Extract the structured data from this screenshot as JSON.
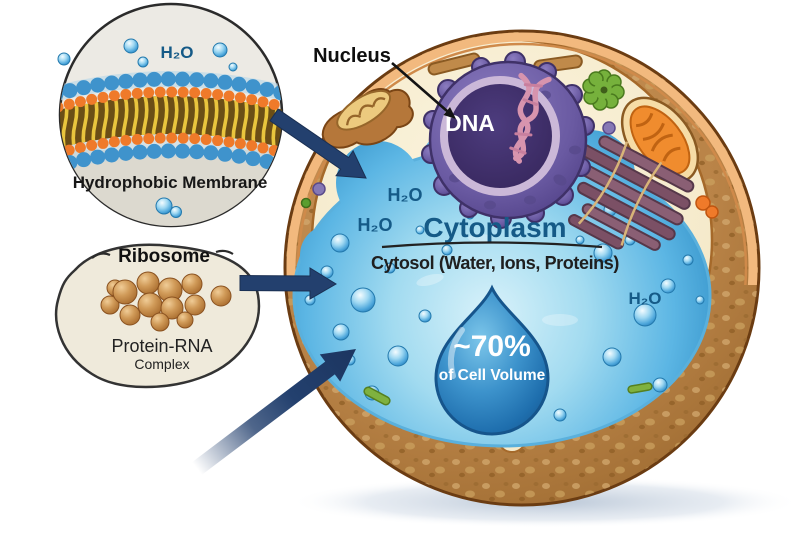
{
  "figure": {
    "description_labels": {
      "nucleus_label": "Nucleus",
      "dna_label": "DNA",
      "cytoplasm_title": "Cytoplasm",
      "cytosol_subtitle": "Cytosol (Water, Ions, Proteins)",
      "water_labels": [
        "H₂O",
        "H₂O",
        "H₂O"
      ],
      "drop": {
        "percent": "~70%",
        "caption": "of Cell Volume"
      }
    },
    "inset_membrane": {
      "water_label": "H₂O",
      "caption": "Hydrophobic Membrane"
    },
    "inset_ribosome": {
      "title": "Ribosome",
      "line1": "Protein-RNA",
      "line2": "Complex"
    },
    "colors": {
      "label_navy": "#155a87",
      "arrow_navy": "#23406e",
      "nucleus_purple": "#5d4d93",
      "dna_pink": "#d794ae",
      "cell_wall_brown": "#b07a3c",
      "cytoplasm_cream": "#f5ecd2",
      "cytosol_blue": "#4aa8d8",
      "drop_blue": "#2e7fbc",
      "ribosome_tan": "#c88a4a",
      "lipid_head_orange": "#ef7a2a",
      "lipid_head_blue": "#3f93cc",
      "lipid_tail_yellow": "#e9c53d"
    }
  }
}
